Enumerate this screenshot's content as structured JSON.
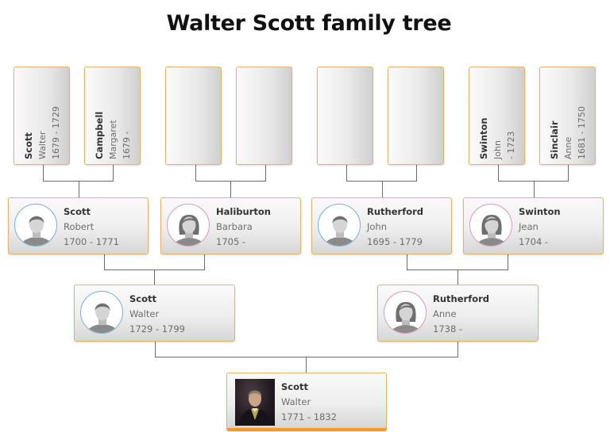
{
  "title": "Walter Scott family tree",
  "colors": {
    "node_border": "#e3b46a",
    "root_accent": "#f39c23",
    "male_ring": "#7ab0d4",
    "female_ring": "#d69ac4",
    "connector": "#6b6b6b"
  },
  "generation_great_grandparents": [
    {
      "last": "Scott",
      "first": "Walter",
      "years": "1679 - 1729"
    },
    {
      "last": "Campbell",
      "first": "Margaret",
      "years": "1679 -"
    },
    {
      "last": "",
      "first": "",
      "years": ""
    },
    {
      "last": "",
      "first": "",
      "years": ""
    },
    {
      "last": "",
      "first": "",
      "years": ""
    },
    {
      "last": "",
      "first": "",
      "years": ""
    },
    {
      "last": "Swinton",
      "first": "John",
      "years": "- 1723"
    },
    {
      "last": "Sinclair",
      "first": "Anne",
      "years": "1681 - 1750"
    }
  ],
  "generation_grandparents": [
    {
      "last": "Scott",
      "first": "Robert",
      "years": "1700 - 1771",
      "gender": "male",
      "icon": "male-avatar-icon"
    },
    {
      "last": "Haliburton",
      "first": "Barbara",
      "years": "1705 -",
      "gender": "female",
      "icon": "female-avatar-icon"
    },
    {
      "last": "Rutherford",
      "first": "John",
      "years": "1695 - 1779",
      "gender": "male",
      "icon": "male-avatar-icon"
    },
    {
      "last": "Swinton",
      "first": "Jean",
      "years": "1704 -",
      "gender": "female",
      "icon": "female-avatar-icon"
    }
  ],
  "generation_parents": [
    {
      "last": "Scott",
      "first": "Walter",
      "years": "1729 - 1799",
      "gender": "male",
      "icon": "male-avatar-icon"
    },
    {
      "last": "Rutherford",
      "first": "Anne",
      "years": "1738 -",
      "gender": "female",
      "icon": "female-avatar-icon"
    }
  ],
  "root": {
    "last": "Scott",
    "first": "Walter",
    "years": "1771 - 1832",
    "icon": "portrait-photo"
  }
}
